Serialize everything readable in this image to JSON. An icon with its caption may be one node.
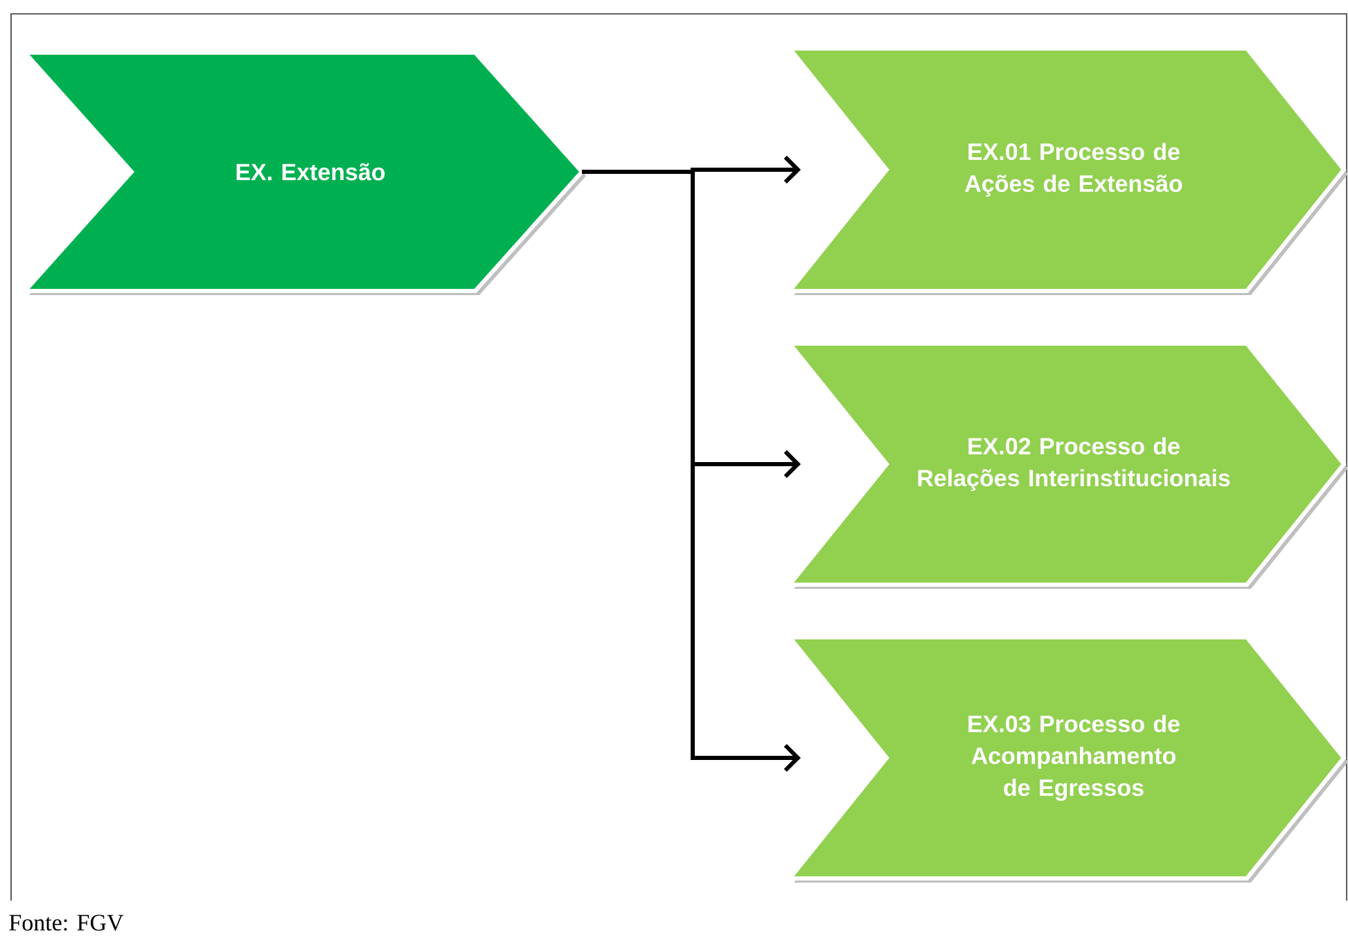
{
  "diagram": {
    "caption": "Fonte: FGV",
    "nodes": [
      {
        "text": [
          "EX. Extensão"
        ]
      },
      {
        "text": [
          "EX.01 Processo de Ações de Extensão"
        ]
      },
      {
        "text": [
          "EX.02 Processo de Relações Interinstitucionais"
        ]
      },
      {
        "text": [
          "EX.03 Processo de Acompanhamento de Egressos"
        ]
      }
    ],
    "edges": [
      {
        "from": 0,
        "to": 1,
        "arrow": "to"
      },
      {
        "from": 0,
        "to": 2,
        "arrow": "to"
      },
      {
        "from": 0,
        "to": 3,
        "arrow": "to"
      }
    ]
  }
}
